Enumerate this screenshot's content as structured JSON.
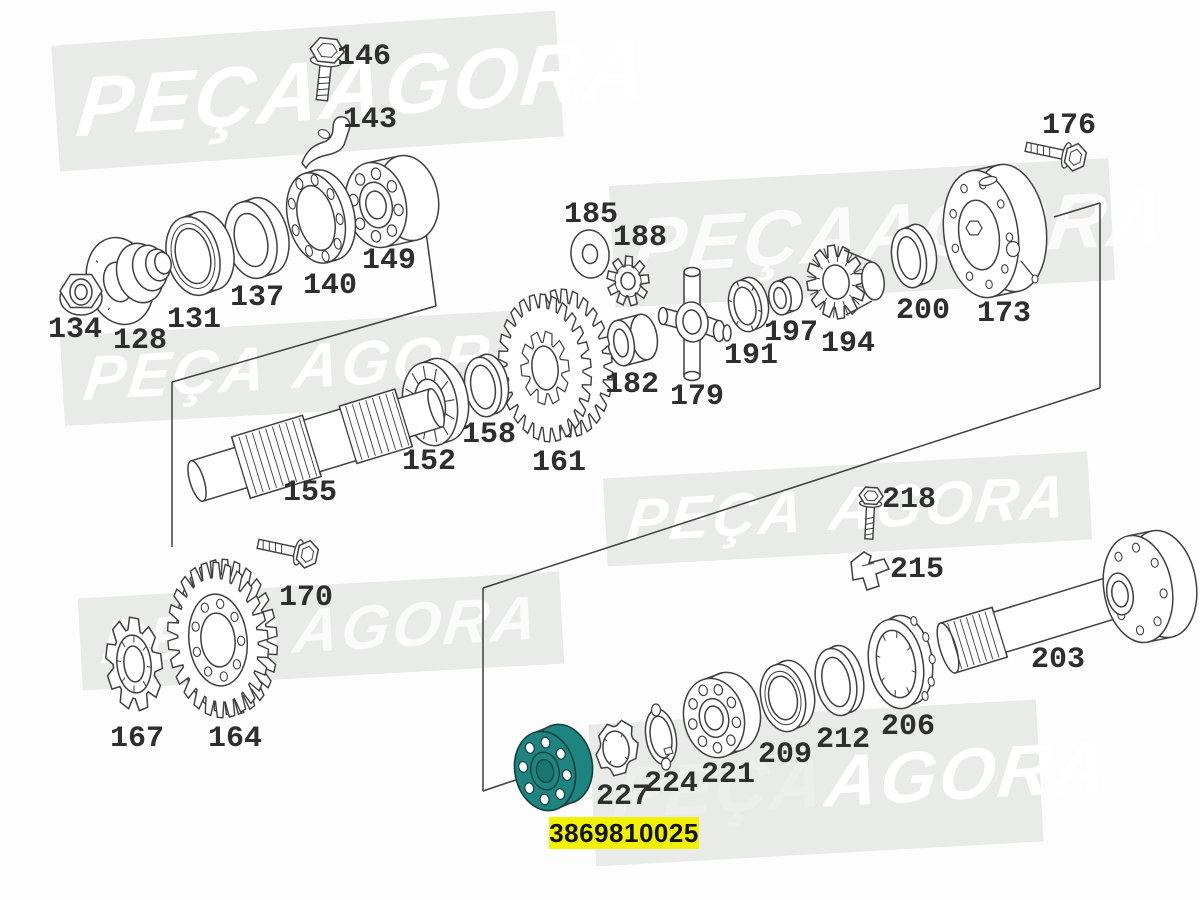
{
  "watermark": {
    "word1": "PEÇA",
    "word2": "AGORA"
  },
  "highlight": {
    "part_code": "3869810025",
    "label_background": "#f2f200",
    "highlighted_bearing_color": "#1e8480"
  },
  "diagram": {
    "line_color": "#3f3f3f",
    "parts": [
      {
        "id": "146",
        "label": "146"
      },
      {
        "id": "143",
        "label": "143"
      },
      {
        "id": "134",
        "label": "134"
      },
      {
        "id": "128",
        "label": "128"
      },
      {
        "id": "131",
        "label": "131"
      },
      {
        "id": "137",
        "label": "137"
      },
      {
        "id": "140",
        "label": "140"
      },
      {
        "id": "149",
        "label": "149"
      },
      {
        "id": "185",
        "label": "185"
      },
      {
        "id": "188",
        "label": "188"
      },
      {
        "id": "182",
        "label": "182"
      },
      {
        "id": "179",
        "label": "179"
      },
      {
        "id": "191",
        "label": "191"
      },
      {
        "id": "197",
        "label": "197"
      },
      {
        "id": "194",
        "label": "194"
      },
      {
        "id": "200",
        "label": "200"
      },
      {
        "id": "173",
        "label": "173"
      },
      {
        "id": "176",
        "label": "176"
      },
      {
        "id": "155",
        "label": "155"
      },
      {
        "id": "152",
        "label": "152"
      },
      {
        "id": "158",
        "label": "158"
      },
      {
        "id": "161",
        "label": "161"
      },
      {
        "id": "167",
        "label": "167"
      },
      {
        "id": "164",
        "label": "164"
      },
      {
        "id": "170",
        "label": "170"
      },
      {
        "id": "218",
        "label": "218"
      },
      {
        "id": "215",
        "label": "215"
      },
      {
        "id": "203",
        "label": "203"
      },
      {
        "id": "206",
        "label": "206"
      },
      {
        "id": "212",
        "label": "212"
      },
      {
        "id": "209",
        "label": "209"
      },
      {
        "id": "221",
        "label": "221"
      },
      {
        "id": "224",
        "label": "224"
      },
      {
        "id": "227",
        "label": "227"
      }
    ]
  }
}
